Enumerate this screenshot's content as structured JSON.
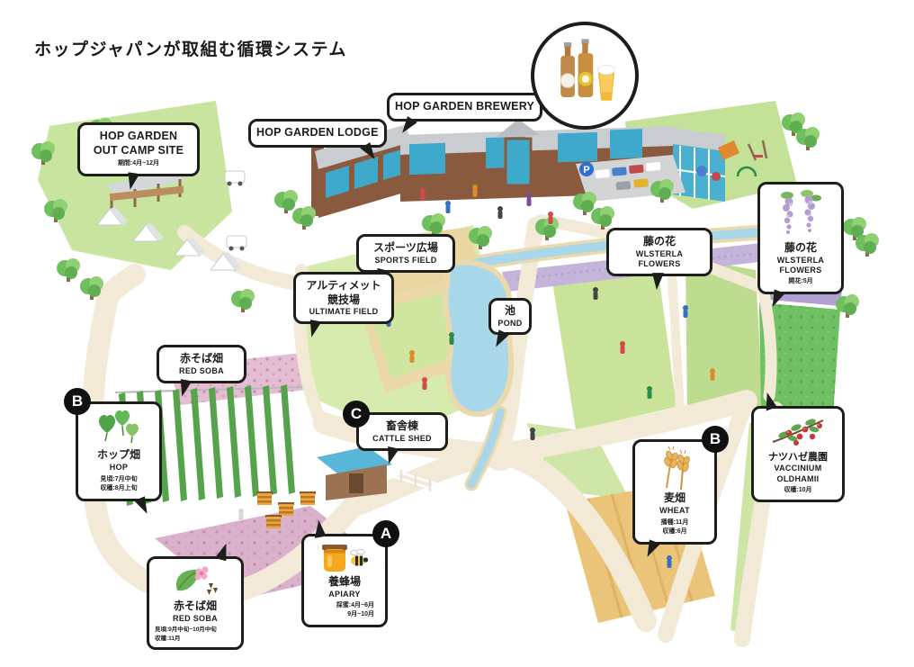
{
  "title": "ホップジャパンが取組む循環システム",
  "parking": {
    "sign": "P"
  },
  "bubbles": {
    "camp": {
      "line1": "HOP GARDEN",
      "line2": "OUT CAMP SITE",
      "note": "期間:4月~12月"
    },
    "lodge": {
      "text": "HOP GARDEN LODGE"
    },
    "brewery": {
      "text": "HOP GARDEN BREWERY"
    },
    "sports": {
      "jp": "スポーツ広場",
      "en": "SPORTS FIELD"
    },
    "ultimate": {
      "jp1": "アルティメット",
      "jp2": "競技場",
      "en": "ULTIMATE FIELD"
    },
    "pond": {
      "jp": "池",
      "en": "POND"
    },
    "wisteria_small": {
      "jp": "藤の花",
      "en": "WLSTERLA FLOWERS"
    },
    "wisteria_large": {
      "jp": "藤の花",
      "en1": "WLSTERLA",
      "en2": "FLOWERS",
      "note": "開花:5月"
    },
    "red_soba_upper": {
      "jp": "赤そば畑",
      "en": "RED SOBA"
    },
    "hop": {
      "badge": "B",
      "jp": "ホップ畑",
      "en": "HOP",
      "note1": "見頃:7月中旬",
      "note2": "収穫:8月上旬"
    },
    "cattle": {
      "badge": "C",
      "jp": "畜舎棟",
      "en": "CATTLE SHED"
    },
    "apiary": {
      "badge": "A",
      "jp": "養蜂場",
      "en": "APIARY",
      "note1": "採蜜:4月~6月",
      "note2": "9月~10月"
    },
    "red_soba_lower": {
      "jp": "赤そば畑",
      "en": "RED SOBA",
      "note1": "見頃:9月中旬~10月中旬",
      "note2": "収穫:11月"
    },
    "wheat": {
      "badge": "B",
      "jp": "麦畑",
      "en": "WHEAT",
      "note1": "播種:11月",
      "note2": "収穫:6月"
    },
    "vaccinium": {
      "jp": "ナツハゼ農園",
      "en1": "VACCINIUM",
      "en2": "OLDHAMII",
      "note": "収穫:10月"
    }
  },
  "icons": {
    "beer_showcase": "beer-bottles-and-glass-icon",
    "hop": "hop-leaves-icon",
    "wisteria": "wisteria-raceme-icon",
    "honey": "honey-jar-and-bee-icon",
    "soba": "soba-leaf-and-seeds-icon",
    "wheat": "wheat-stalks-icon",
    "vaccinium": "berry-branch-icon",
    "parking": "parking-sign-icon"
  },
  "colors": {
    "label_border": "#1d1d1b",
    "path_cream": "#f2e9d6",
    "grass": "#cde5a3",
    "grass_dark": "#6fbf63",
    "pond_blue": "#a8d7ea",
    "wisteria_purple": "#c5b4da",
    "soba_pink": "#e4bdd3",
    "wheat_gold": "#eac478",
    "building_brown": "#8a5a3e",
    "window_teal": "#3fa9cc",
    "roof_gray": "#c9cdd1",
    "badge_black": "#111111"
  }
}
